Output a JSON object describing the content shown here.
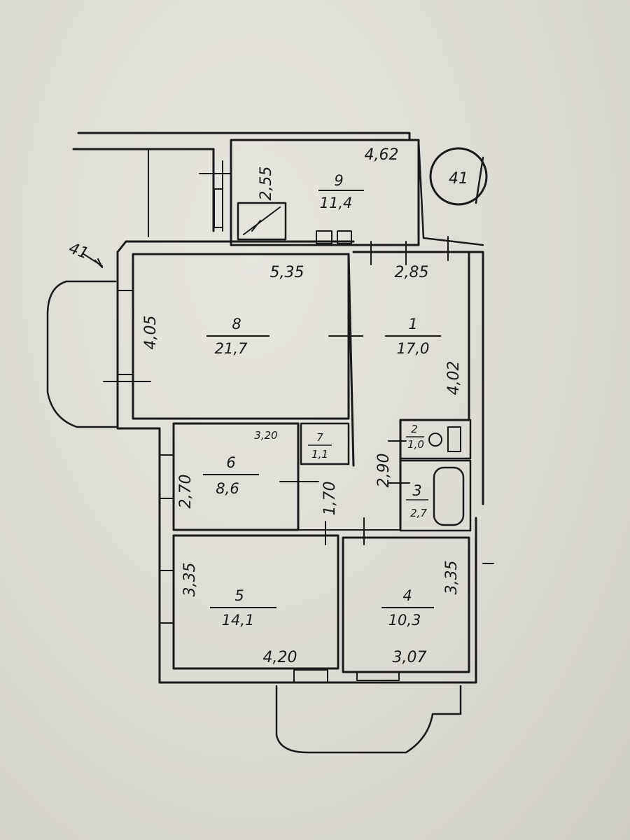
{
  "rooms": [
    {
      "id": "room-1",
      "number": "1",
      "area": "17,0"
    },
    {
      "id": "room-2",
      "number": "2",
      "area": "1,0"
    },
    {
      "id": "room-3",
      "number": "3",
      "area": "2,7"
    },
    {
      "id": "room-4",
      "number": "4",
      "area": "10,3"
    },
    {
      "id": "room-5",
      "number": "5",
      "area": "14,1"
    },
    {
      "id": "room-6",
      "number": "6",
      "area": "8,6"
    },
    {
      "id": "room-7",
      "number": "7",
      "area": "1,1"
    },
    {
      "id": "room-8",
      "number": "8",
      "area": "21,7"
    },
    {
      "id": "room-9",
      "number": "9",
      "area": "11,4"
    }
  ],
  "dimensions": {
    "d_4_62": "4,62",
    "d_2_55": "2,55",
    "d_5_35": "5,35",
    "d_2_85": "2,85",
    "d_4_05": "4,05",
    "d_4_02": "4,02",
    "d_3_20": "3,20",
    "d_2_70": "2,70",
    "d_1_70": "1,70",
    "d_2_90": "2,90",
    "d_3_35": "3,35",
    "d_3_35b": "3,35",
    "d_4_20": "4,20",
    "d_3_07": "3,07"
  },
  "marks": {
    "entry": "41",
    "circle": "41"
  },
  "colors": {
    "paper": "#dcdbd3",
    "ink": "#1a1a1a"
  }
}
